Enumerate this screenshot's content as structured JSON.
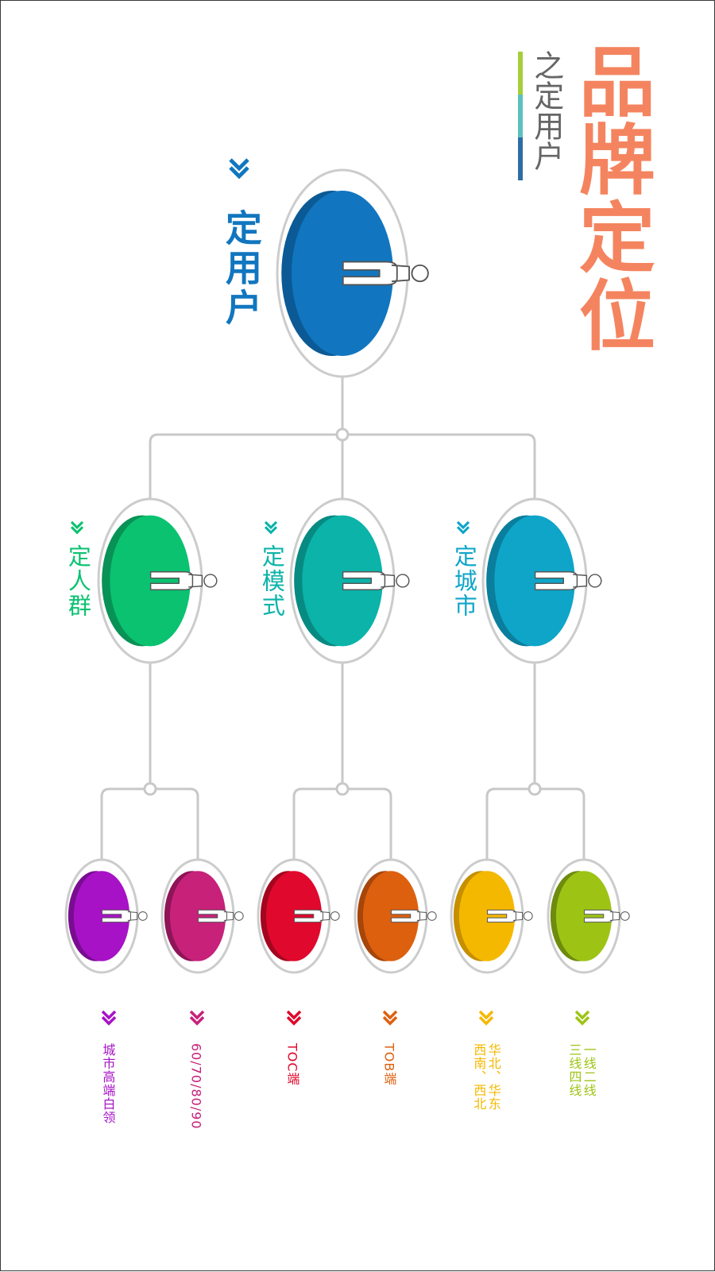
{
  "title": {
    "main": "品牌定位",
    "sub": "之定用户",
    "main_color": "#F4845F",
    "sub_color": "#666666",
    "bar_colors": [
      "#A6CE39",
      "#5BC0BE",
      "#2E6DA4"
    ]
  },
  "root": {
    "label": "定用户",
    "color": "#1176BF",
    "dark": "#0B5A96"
  },
  "level1": [
    {
      "label": "定城市",
      "color": "#0EA5C9",
      "dark": "#0A7E9C"
    },
    {
      "label": "定模式",
      "color": "#0BB3A9",
      "dark": "#078A82"
    },
    {
      "label": "定人群",
      "color": "#0AC270",
      "dark": "#089255"
    }
  ],
  "leaves": [
    {
      "lines": [
        "一线二线",
        "三线四线"
      ],
      "color": "#9DC414",
      "dark": "#6E8B0E"
    },
    {
      "lines": [
        "华北、华东",
        "西南、西北"
      ],
      "color": "#F5B800",
      "dark": "#C58F00"
    },
    {
      "lines": [
        "TOB端"
      ],
      "color": "#DD600F",
      "dark": "#A6460A"
    },
    {
      "lines": [
        "TOC端"
      ],
      "color": "#E0082C",
      "dark": "#A3061F"
    },
    {
      "lines": [
        "60/70/80/90"
      ],
      "color": "#C7217A",
      "dark": "#8E1557"
    },
    {
      "lines": [
        "城市高端白领"
      ],
      "color": "#A712C7",
      "dark": "#790D91"
    }
  ],
  "connector_color": "#C8C8C8"
}
